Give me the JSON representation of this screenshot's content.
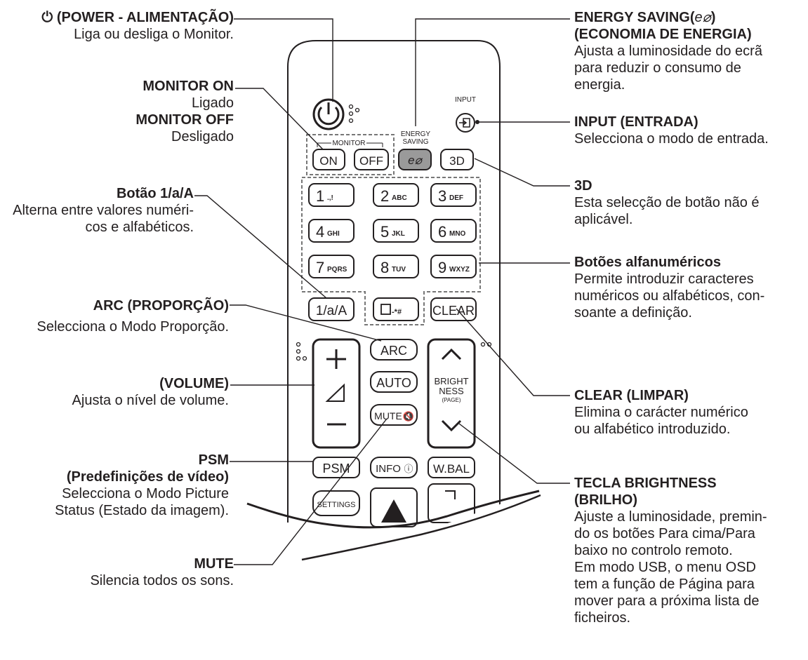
{
  "labels": {
    "power": {
      "title": "(POWER - ALIMENTAÇÃO)",
      "desc": "Liga ou desliga o Monitor."
    },
    "monitor": {
      "on_title": "MONITOR ON",
      "on_desc": "Ligado",
      "off_title": "MONITOR OFF",
      "off_desc": "Desligado"
    },
    "toggle": {
      "title": "Botão 1/a/A",
      "desc1": "Alterna entre valores numéri-",
      "desc2": "cos e alfabéticos."
    },
    "arc": {
      "title": "ARC (PROPORÇÃO)",
      "desc": "Selecciona o Modo Proporção."
    },
    "volume": {
      "title": "(VOLUME)",
      "desc": "Ajusta o nível de volume."
    },
    "psm": {
      "title1": "PSM",
      "title2": "(Predefinições de vídeo)",
      "desc1": "Selecciona o Modo Picture",
      "desc2": "Status (Estado da imagem)."
    },
    "mute": {
      "title": "MUTE",
      "desc": "Silencia todos os sons."
    },
    "energy": {
      "title1": "ENERGY SAVING(",
      "title1_end": ")",
      "title2": "(ECONOMIA DE ENERGIA)",
      "desc1": "Ajusta a luminosidade do ecrã",
      "desc2": "para reduzir o consumo de",
      "desc3": "energia."
    },
    "input": {
      "title": "INPUT (ENTRADA)",
      "desc": "Selecciona o modo de entrada."
    },
    "three_d": {
      "title": "3D",
      "desc1": "Esta selecção de botão não é",
      "desc2": "aplicável."
    },
    "alnum": {
      "title": "Botões alfanuméricos",
      "desc1": "Permite introduzir caracteres",
      "desc2": "numéricos ou alfabéticos, con-",
      "desc3": "soante a definição."
    },
    "clear": {
      "title": "CLEAR (LIMPAR)",
      "desc1": "Elimina o carácter numérico",
      "desc2": "ou alfabético introduzido."
    },
    "brightness": {
      "title1": "TECLA BRIGHTNESS",
      "title2": "(BRILHO)",
      "desc1": "Ajuste a luminosidade, premin-",
      "desc2": "do os botões Para cima/Para",
      "desc3": "baixo no controlo remoto.",
      "desc4": "Em modo USB, o menu OSD",
      "desc5": "tem a função de Página para",
      "desc6": "mover para a próxima lista de",
      "desc7": "ficheiros."
    }
  },
  "remote": {
    "monitor_group": "MONITOR",
    "on": "ON",
    "off": "OFF",
    "energy_line1": "ENERGY",
    "energy_line2": "SAVING",
    "input": "INPUT",
    "three_d": "3D",
    "keys": [
      {
        "d": "1",
        "s": ".,!"
      },
      {
        "d": "2",
        "s": "ABC"
      },
      {
        "d": "3",
        "s": "DEF"
      },
      {
        "d": "4",
        "s": "GHI"
      },
      {
        "d": "5",
        "s": "JKL"
      },
      {
        "d": "6",
        "s": "MNO"
      },
      {
        "d": "7",
        "s": "PQRS"
      },
      {
        "d": "8",
        "s": "TUV"
      },
      {
        "d": "9",
        "s": "WXYZ"
      }
    ],
    "toggle": "1/a/A",
    "zero_sub": "-*#",
    "clear": "CLEAR",
    "arc": "ARC",
    "auto": "AUTO",
    "mute": "MUTE",
    "bright1": "BRIGHT",
    "bright2": "NESS",
    "bright3": "(PAGE)",
    "psm": "PSM",
    "info": "INFO",
    "wbal": "W.BAL",
    "settings": "SETTINGS"
  }
}
